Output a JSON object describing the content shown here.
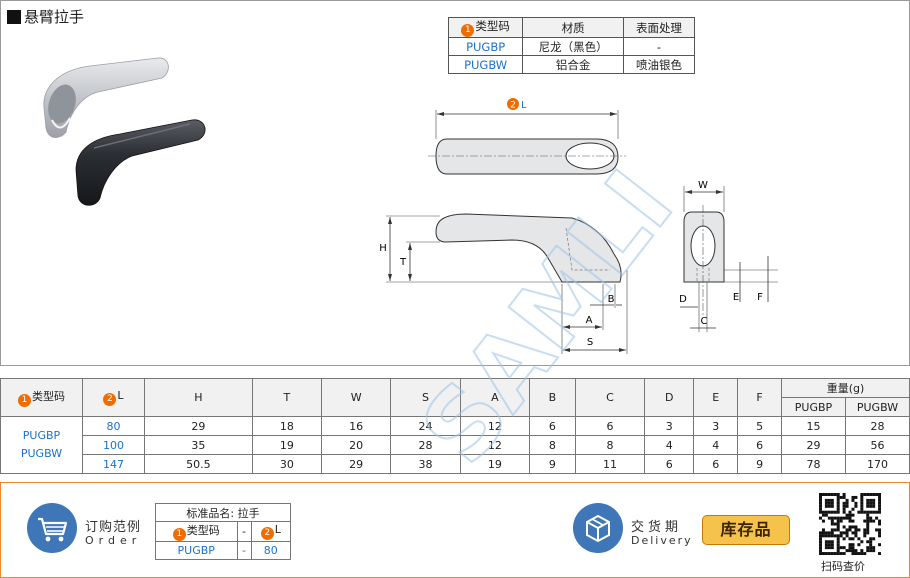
{
  "title": "悬臂拉手",
  "material_table": {
    "headers": {
      "type_num": "1",
      "type": "类型码",
      "material": "材质",
      "surface": "表面处理"
    },
    "rows": [
      {
        "code": "PUGBP",
        "material": "尼龙（黑色）",
        "surface": "-"
      },
      {
        "code": "PUGBW",
        "material": "铝合金",
        "surface": "喷油银色"
      }
    ]
  },
  "drawing_labels": {
    "L_num": "2",
    "L": "L",
    "H": "H",
    "T": "T",
    "A": "A",
    "B": "B",
    "S": "S",
    "W": "W",
    "D": "D",
    "C": "C",
    "E": "E",
    "F": "F"
  },
  "dims_table": {
    "headers": {
      "type_num": "1",
      "type": "类型码",
      "L_num": "2",
      "L": "L",
      "H": "H",
      "T": "T",
      "W": "W",
      "S": "S",
      "A": "A",
      "B": "B",
      "C": "C",
      "D": "D",
      "E": "E",
      "F": "F",
      "weight": "重量(g)",
      "weight_p": "PUGBP",
      "weight_w": "PUGBW"
    },
    "type_codes": [
      "PUGBP",
      "PUGBW"
    ],
    "rows": [
      {
        "L": "80",
        "H": "29",
        "T": "18",
        "W": "16",
        "S": "24",
        "A": "12",
        "B": "6",
        "C": "6",
        "D": "3",
        "E": "3",
        "F": "5",
        "wp": "15",
        "ww": "28"
      },
      {
        "L": "100",
        "H": "35",
        "T": "19",
        "W": "20",
        "S": "28",
        "A": "12",
        "B": "8",
        "C": "8",
        "D": "4",
        "E": "4",
        "F": "6",
        "wp": "29",
        "ww": "56"
      },
      {
        "L": "147",
        "H": "50.5",
        "T": "30",
        "W": "29",
        "S": "38",
        "A": "19",
        "B": "9",
        "C": "11",
        "D": "6",
        "E": "6",
        "F": "9",
        "wp": "78",
        "ww": "170"
      }
    ]
  },
  "order": {
    "title": "订购范例",
    "subtitle": "Order",
    "std_name": "标准品名: 拉手",
    "type_num": "1",
    "type_label": "类型码",
    "dash": "-",
    "L_num": "2",
    "L_label": "L",
    "example_code": "PUGBP",
    "example_dash": "-",
    "example_L": "80"
  },
  "delivery": {
    "title": "交货期",
    "subtitle": "Delivery",
    "badge": "库存品"
  },
  "qr": {
    "caption": "扫码查价",
    "icon": "qr-code-icon"
  },
  "watermark": {
    "text": "SAMLI"
  },
  "colors": {
    "accent_orange": "#ef6c00",
    "code_blue": "#1a73c8",
    "icon_blue": "#3f76b7",
    "badge_yellow": "#f5c24c"
  }
}
